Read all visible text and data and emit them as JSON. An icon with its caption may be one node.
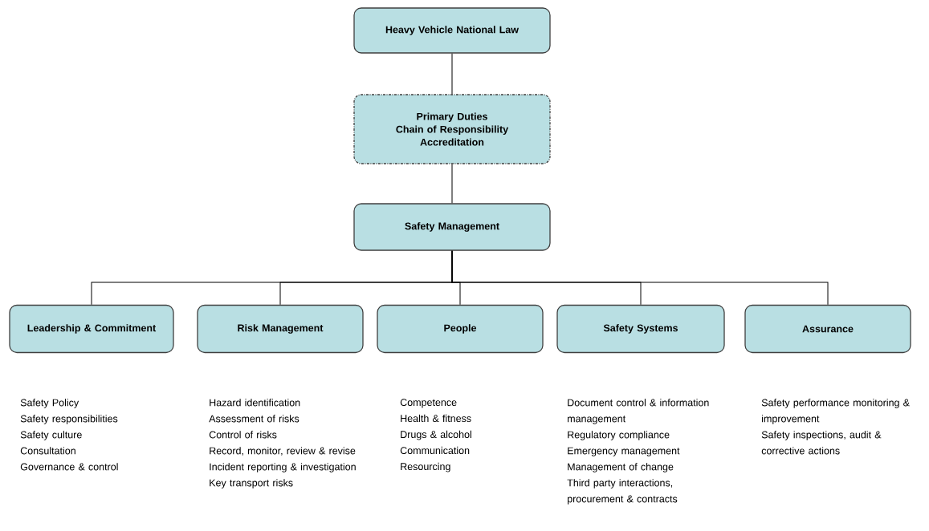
{
  "diagram": {
    "nodes": [
      {
        "text": [
          "Heavy Vehicle National Law"
        ]
      },
      {
        "text": [
          "Primary Duties",
          "Chain of Responsibility",
          "Accreditation"
        ]
      },
      {
        "text": [
          "Safety Management"
        ]
      },
      {
        "text": [
          "Leadership & Commitment"
        ],
        "beside": [
          "Safety Policy",
          "Safety responsibilities",
          "Safety culture",
          "Consultation",
          "Governance & control"
        ]
      },
      {
        "text": [
          "Risk Management"
        ],
        "beside": [
          "Hazard identification",
          "Assessment of risks",
          "Control of risks",
          "Record, monitor, review & revise",
          "Incident reporting & investigation",
          "Key transport risks"
        ]
      },
      {
        "text": [
          "People"
        ],
        "beside": [
          "Competence",
          "Health & fitness",
          "Drugs & alcohol",
          "Communication",
          "Resourcing"
        ]
      },
      {
        "text": [
          "Safety Systems"
        ],
        "beside": [
          "Document control & information management",
          "Regulatory compliance",
          "Emergency management",
          "Management of change",
          "Third party interactions, procurement & contracts"
        ]
      },
      {
        "text": [
          "Assurance"
        ],
        "beside": [
          "Safety performance monitoring & improvement",
          "Safety inspections, audit & corrective actions"
        ]
      }
    ],
    "edges": [
      {
        "from": 0,
        "to": 1,
        "arrow": "none"
      },
      {
        "from": 1,
        "to": 2,
        "arrow": "none"
      },
      {
        "from": 2,
        "to": 3,
        "arrow": "none"
      },
      {
        "from": 2,
        "to": 4,
        "arrow": "none"
      },
      {
        "from": 2,
        "to": 5,
        "arrow": "none"
      },
      {
        "from": 2,
        "to": 6,
        "arrow": "none"
      },
      {
        "from": 2,
        "to": 7,
        "arrow": "none"
      }
    ]
  }
}
